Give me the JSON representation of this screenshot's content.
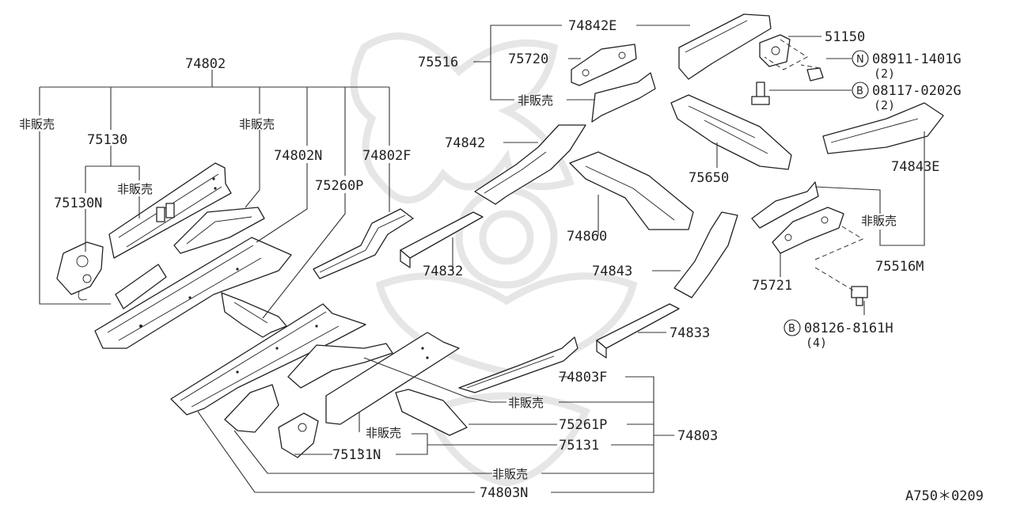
{
  "figure_code": "A750＊0209",
  "non_sale": "非販売",
  "labels": {
    "p74802": "74802",
    "p75130": "75130",
    "p75130N": "75130N",
    "p74802N": "74802N",
    "p74802F": "74802F",
    "p75260P": "75260P",
    "p74842E": "74842E",
    "p75516": "75516",
    "p75720": "75720",
    "p74842": "74842",
    "p74832": "74832",
    "p74860": "74860",
    "p75650": "75650",
    "p51150": "51150",
    "p08911": "08911-1401G",
    "q08911": "(2)",
    "p08117": "08117-0202G",
    "q08117": "(2)",
    "p74843E": "74843E",
    "p75516M": "75516M",
    "p75721": "75721",
    "p74843": "74843",
    "p08126": "08126-8161H",
    "q08126": "(4)",
    "p74833": "74833",
    "p74803F": "74803F",
    "p75261P": "75261P",
    "p75131": "75131",
    "p74803": "74803",
    "p75131N": "75131N",
    "p74803N": "74803N"
  },
  "callouts": {
    "nut": "N",
    "bolt1": "B",
    "bolt2": "B"
  }
}
